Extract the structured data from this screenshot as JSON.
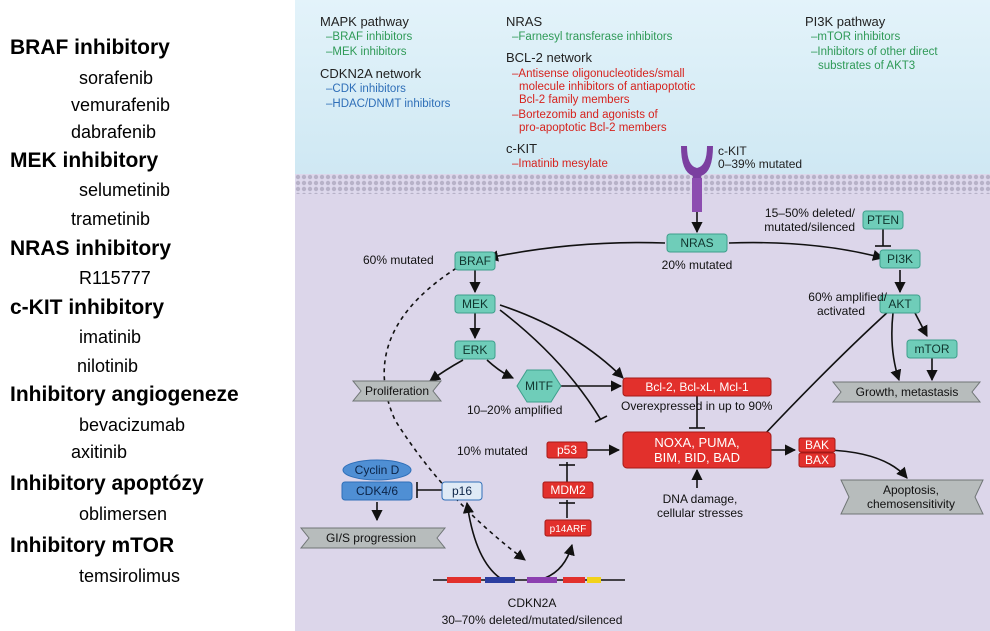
{
  "left_list": {
    "braf": {
      "heading": "BRAF inhibitory",
      "drugs": [
        "sorafenib",
        "vemurafenib",
        "dabrafenib"
      ]
    },
    "mek": {
      "heading": "MEK inhibitory",
      "drugs": [
        "selumetinib",
        "trametinib"
      ]
    },
    "nras": {
      "heading": "NRAS inhibitory",
      "drugs": [
        "R115777"
      ]
    },
    "ckit": {
      "heading": "c-KIT inhibitory",
      "drugs": [
        "imatinib",
        "nilotinib"
      ]
    },
    "angio": {
      "heading": "Inhibitory angiogeneze",
      "drugs": [
        "bevacizumab",
        "axitinib"
      ]
    },
    "apop": {
      "heading": "Inhibitory apoptózy",
      "drugs": [
        "oblimersen"
      ]
    },
    "mtor": {
      "heading": "Inhibitory mTOR",
      "drugs": [
        "temsirolimus"
      ]
    }
  },
  "diagram": {
    "colors": {
      "membrane_top": "#dff0f8",
      "cytoplasm": "#ddd8ec",
      "teal": "#6fcdb9",
      "red": "#e2302c",
      "blue": "#4f8fd4",
      "gray": "#b7bcbc",
      "green_text": "#2f9a57",
      "red_text": "#d6231e",
      "blue_text": "#2f6fb8",
      "receptor": "#7b3fa0"
    },
    "legend": {
      "mapk_title": "MAPK pathway",
      "mapk_1": "–BRAF inhibitors",
      "mapk_2": "–MEK inhibitors",
      "cdkn_title": "CDKN2A network",
      "cdkn_1": "–CDK inhibitors",
      "cdkn_2": "–HDAC/DNMT inhibitors",
      "nras_title": "NRAS",
      "nras_1": "–Farnesyl transferase inhibitors",
      "bcl_title": "BCL-2 network",
      "bcl_1a": "–Antisense oligonucleotides/small",
      "bcl_1b": "molecule inhibitors of antiapoptotic",
      "bcl_1c": "Bcl-2 family members",
      "bcl_2a": "–Bortezomib and agonists of",
      "bcl_2b": "pro-apoptotic Bcl-2 members",
      "ckit_title": "c-KIT",
      "ckit_1": "–Imatinib mesylate",
      "pi3k_title": "PI3K pathway",
      "pi3k_1": "–mTOR inhibitors",
      "pi3k_2a": "–Inhibitors of other direct",
      "pi3k_2b": "substrates of AKT3"
    },
    "receptor_label": "c-KIT",
    "receptor_note": "0–39% mutated",
    "nodes": {
      "nras": "NRAS",
      "braf": "BRAF",
      "mek": "MEK",
      "erk": "ERK",
      "mitf": "MITF",
      "pten": "PTEN",
      "pi3k": "PI3K",
      "akt": "AKT",
      "mtor": "mTOR",
      "bcl2": "Bcl-2, Bcl-xL, Mcl-1",
      "noxa_1": "NOXA, PUMA,",
      "noxa_2": "BIM, BID, BAD",
      "bak": "BAK",
      "bax": "BAX",
      "p53": "p53",
      "mdm2": "MDM2",
      "p14arf": "p14ARF",
      "p16": "p16",
      "cdk46": "CDK4/6",
      "cyclind": "Cyclin D"
    },
    "outputs": {
      "proliferation": "Proliferation",
      "growth": "Growth, metastasis",
      "apoptosis_1": "Apoptosis,",
      "apoptosis_2": "chemosensitivity",
      "gis": "GI/S progression"
    },
    "notes": {
      "nras_mut": "20% mutated",
      "braf_mut": "60% mutated",
      "pten_1": "15–50% deleted/",
      "pten_2": "mutated/silenced",
      "akt_1": "60% amplified/",
      "akt_2": "activated",
      "mitf": "10–20% amplified",
      "bcl2": "Overexpressed in up to 90%",
      "p53": "10% mutated",
      "dna_1": "DNA damage,",
      "dna_2": "cellular stresses",
      "cdkn2a": "CDKN2A",
      "cdkn2a_mut": "30–70% deleted/mutated/silenced"
    }
  }
}
